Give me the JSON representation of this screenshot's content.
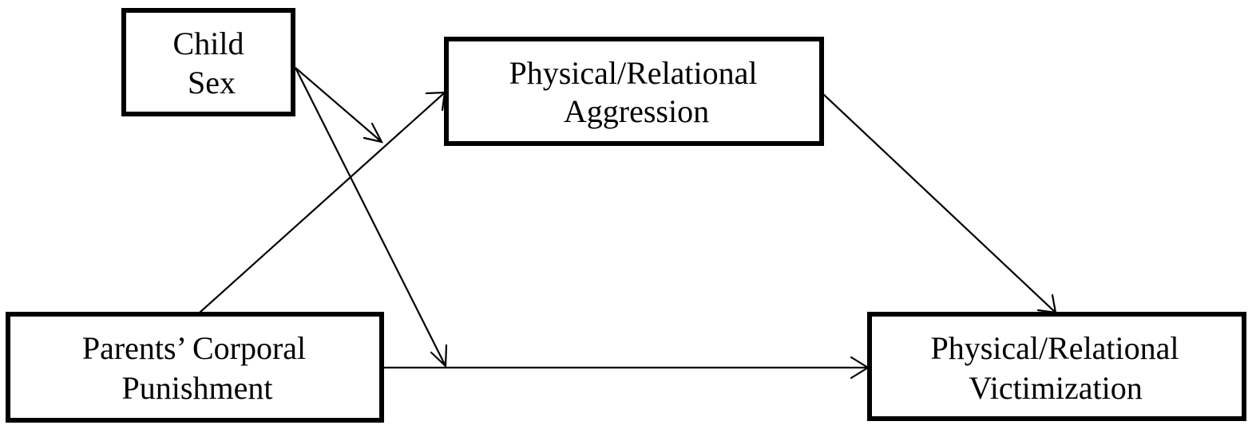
{
  "nodes": {
    "child_sex": {
      "lines": [
        "Child",
        "Sex"
      ]
    },
    "aggression": {
      "lines": [
        "Physical/Relational",
        "Aggression"
      ]
    },
    "punishment": {
      "lines": [
        "Parents’ Corporal",
        "Punishment"
      ]
    },
    "victimization": {
      "lines": [
        "Physical/Relational",
        "Victimization"
      ]
    }
  },
  "edges": [
    {
      "from": "child_sex",
      "to": "path-punishment-aggression",
      "type": "moderation"
    },
    {
      "from": "child_sex",
      "to": "path-punishment-victimization",
      "type": "moderation"
    },
    {
      "from": "punishment",
      "to": "aggression",
      "type": "direct"
    },
    {
      "from": "aggression",
      "to": "victimization",
      "type": "direct"
    },
    {
      "from": "punishment",
      "to": "victimization",
      "type": "direct"
    }
  ],
  "colors": {
    "stroke": "#000000",
    "background": "#ffffff"
  }
}
